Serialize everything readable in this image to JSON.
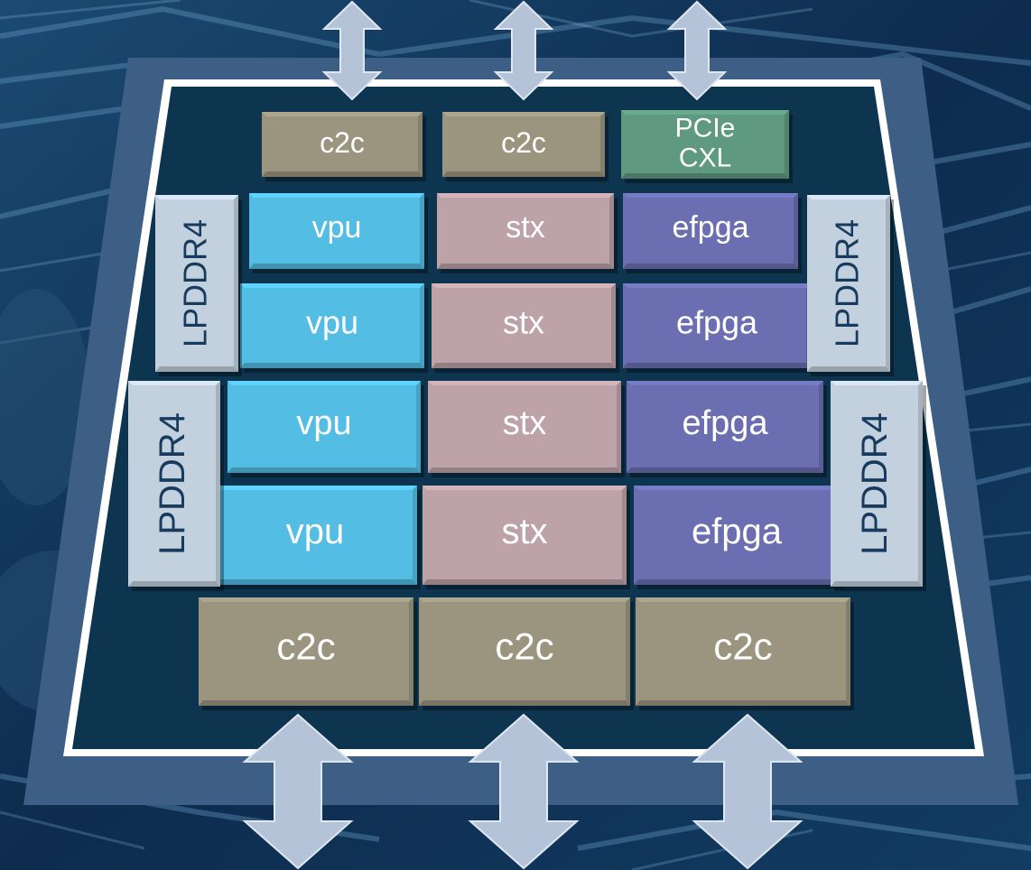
{
  "colors": {
    "background": "#0b2440",
    "package_outer": "#3d5f86",
    "package_border": "#ffffff",
    "die": "#0d3550",
    "c2c": "#9b9580",
    "pcie": "#5f9a80",
    "vpu": "#54bde3",
    "stx": "#bda2a8",
    "efpga": "#6b6fb1",
    "lpddr": "#c3d0dd",
    "arrow": "#b4c3d7"
  },
  "top_blocks": [
    {
      "label": "c2c",
      "type": "c2c"
    },
    {
      "label": "c2c",
      "type": "c2c"
    },
    {
      "label": "PCIe\nCXL",
      "type": "pcie",
      "lines": [
        "PCIe",
        "CXL"
      ]
    }
  ],
  "grid_rows": [
    [
      "vpu",
      "stx",
      "efpga"
    ],
    [
      "vpu",
      "stx",
      "efpga"
    ],
    [
      "vpu",
      "stx",
      "efpga"
    ],
    [
      "vpu",
      "stx",
      "efpga"
    ]
  ],
  "bottom_blocks": [
    {
      "label": "c2c",
      "type": "c2c"
    },
    {
      "label": "c2c",
      "type": "c2c"
    },
    {
      "label": "c2c",
      "type": "c2c"
    }
  ],
  "memory_blocks": {
    "left": [
      "LPDDR4",
      "LPDDR4"
    ],
    "right": [
      "LPDDR4",
      "LPDDR4"
    ]
  },
  "arrows": {
    "top_count": 3,
    "bottom_count": 3,
    "direction": "bidirectional"
  }
}
